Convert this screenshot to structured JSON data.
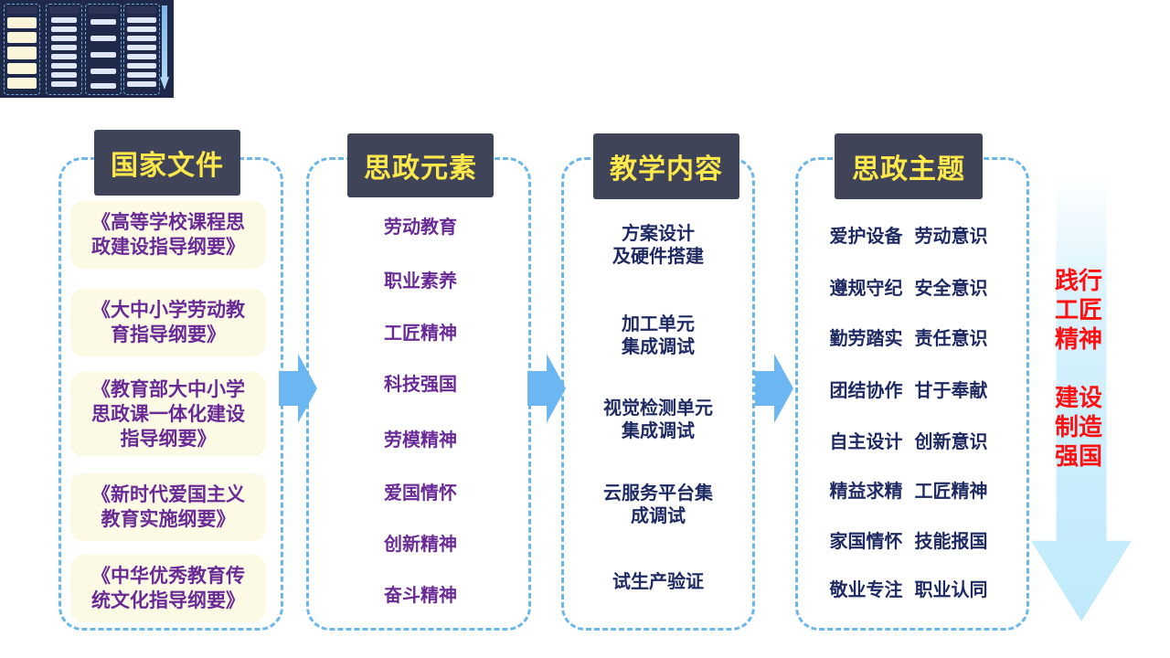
{
  "columns": [
    {
      "key": "docs",
      "header": "国家文件",
      "items": [
        "《高等学校课程思\n政建设指导纲要》",
        "《大中小学劳动教\n育指导纲要》",
        "《教育部大中小学\n思政课一体化建设\n指导纲要》",
        "《新时代爱国主义\n教育实施纲要》",
        "《中华优秀教育传\n统文化指导纲要》"
      ]
    },
    {
      "key": "elements",
      "header": "思政元素",
      "items": [
        "劳动教育",
        "职业素养",
        "工匠精神",
        "科技强国",
        "劳模精神",
        "爱国情怀",
        "创新精神",
        "奋斗精神"
      ]
    },
    {
      "key": "content",
      "header": "教学内容",
      "items": [
        "方案设计\n及硬件搭建",
        "加工单元\n集成调试",
        "视觉检测单元\n集成调试",
        "云服务平台集\n成调试",
        "试生产验证"
      ]
    },
    {
      "key": "themes",
      "header": "思政主题",
      "items": [
        "爱护设备 劳动意识",
        "遵规守纪 安全意识",
        "勤劳踏实 责任意识",
        "团结协作 甘于奉献",
        "自主设计 创新意识",
        "精益求精 工匠精神",
        "家国情怀 技能报国",
        "敬业专注 职业认同"
      ]
    }
  ],
  "slogans": [
    "践行\n工匠\n精神",
    "建设\n制造\n强国"
  ],
  "colors": {
    "header_bg": "#404458",
    "header_text": "#ffe94a",
    "border": "#6cb7ea",
    "accent_text": "#6a2a96",
    "dark_text": "#1e2a63",
    "slogan": "#ff1010"
  }
}
